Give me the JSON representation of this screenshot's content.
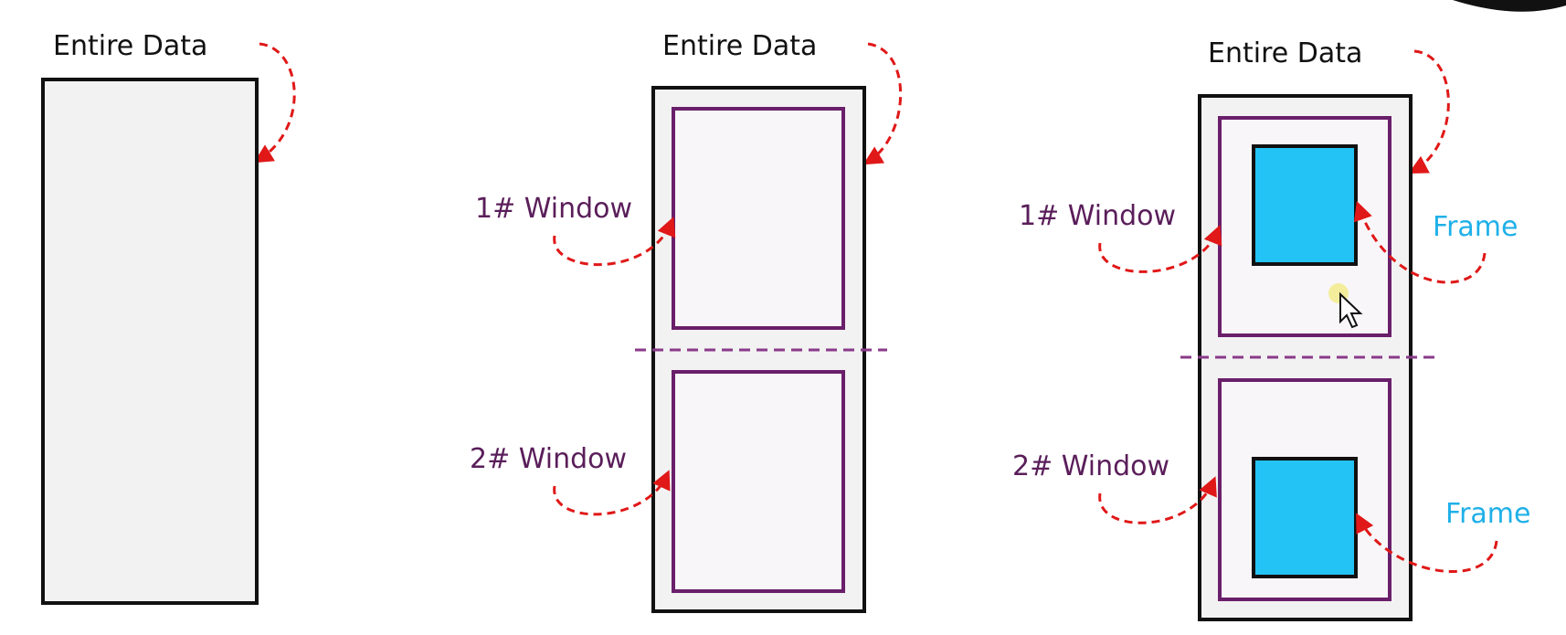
{
  "labels": {
    "entire_data": "Entire Data",
    "window_1": "1# Window",
    "window_2": "2# Window",
    "frame": "Frame"
  },
  "colors": {
    "outer_stroke": "#111111",
    "outer_fill": "#f2f2f2",
    "window_stroke": "#6a1f6a",
    "window_text": "#5a1e5a",
    "frame_fill": "#23c3f5",
    "frame_text": "#1fb0e8",
    "arrow": "#e01818"
  }
}
